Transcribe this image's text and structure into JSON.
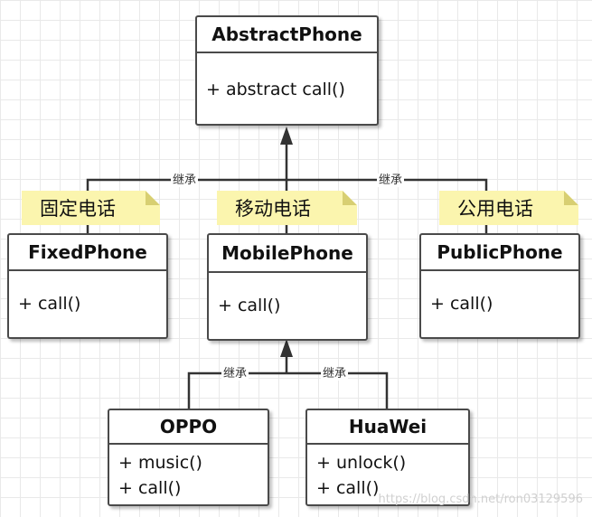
{
  "classes": {
    "abstract_phone": {
      "name": "AbstractPhone",
      "methods": [
        "+ abstract call()"
      ]
    },
    "fixed_phone": {
      "name": "FixedPhone",
      "methods": [
        "+ call()"
      ]
    },
    "mobile_phone": {
      "name": "MobilePhone",
      "methods": [
        "+ call()"
      ]
    },
    "public_phone": {
      "name": "PublicPhone",
      "methods": [
        "+ call()"
      ]
    },
    "oppo": {
      "name": "OPPO",
      "methods": [
        "+ music()",
        "+ call()"
      ]
    },
    "huawei": {
      "name": "HuaWei",
      "methods": [
        "+ unlock()",
        "+ call()"
      ]
    }
  },
  "notes": {
    "fixed": "固定电话",
    "mobile": "移动电话",
    "public": "公用电话"
  },
  "edge_labels": {
    "left_top": "继承",
    "right_top": "继承",
    "left_bottom": "继承",
    "right_bottom": "继承"
  },
  "colors": {
    "line": "#333333",
    "note_fill": "#fbf5ae",
    "note_fold": "#d8cf72",
    "grid": "#e9e9e9"
  },
  "watermark": "https://blog.csdn.net/ron03129596"
}
